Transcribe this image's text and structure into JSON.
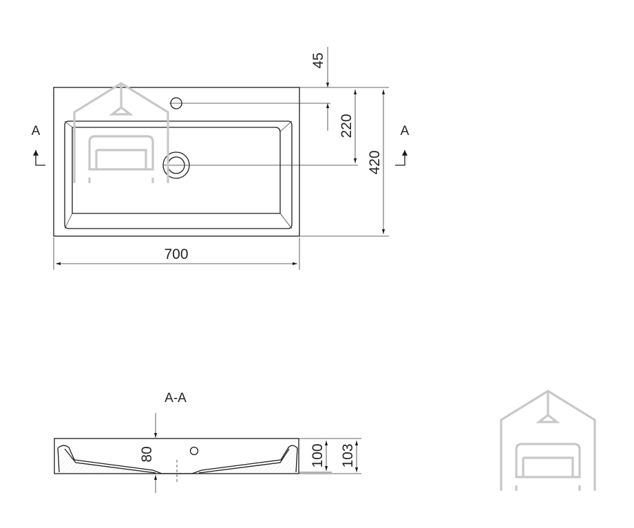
{
  "dimensions": {
    "width": "700",
    "depth": "420",
    "tap_hole_to_back": "45",
    "drain_to_back": "220",
    "drain_height": "80",
    "bowl_height": "100",
    "total_height": "103"
  },
  "labels": {
    "section_mark_left": "A",
    "section_mark_right": "A",
    "section_title": "A-A"
  },
  "colors": {
    "line": "#1a1a1a",
    "watermark": "#c8c8c8"
  },
  "icons": [
    "house-sofa-watermark-icon"
  ]
}
